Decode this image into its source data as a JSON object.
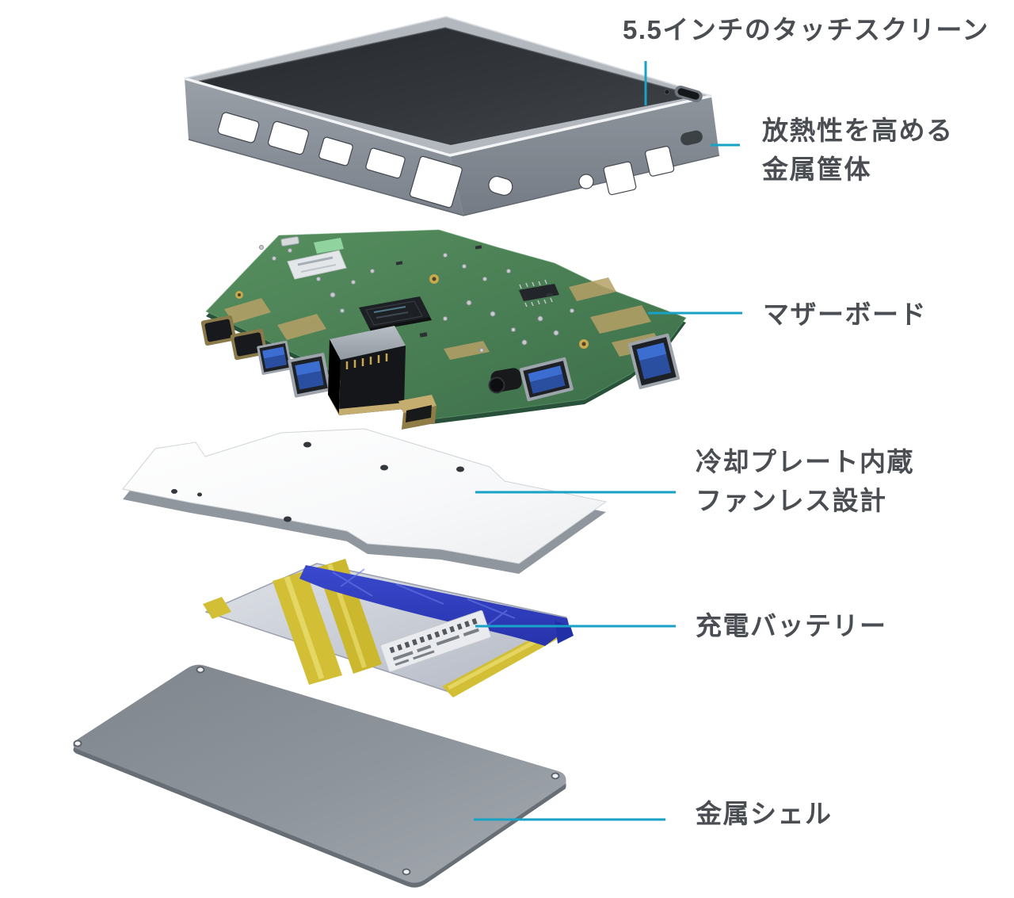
{
  "annotations": {
    "touchscreen": {
      "label": "5.5インチのタッチスクリーン"
    },
    "metal_case": {
      "line1": "放熱性を高める",
      "line2": "金属筐体"
    },
    "motherboard": {
      "label": "マザーボード"
    },
    "cooling_plate": {
      "line1": "冷却プレート内蔵",
      "line2": "ファンレス設計"
    },
    "battery": {
      "label": "充電バッテリー"
    },
    "metal_shell": {
      "label": "金属シェル"
    }
  },
  "colors": {
    "accent_line": "#17a2c6",
    "label_text": "#4a4e53",
    "pcb_green": "#4a7e54",
    "usb_blue": "#3c6ed2",
    "battery_tape_blue": "#3343c4",
    "battery_tape_yellow": "#d2bf35"
  }
}
